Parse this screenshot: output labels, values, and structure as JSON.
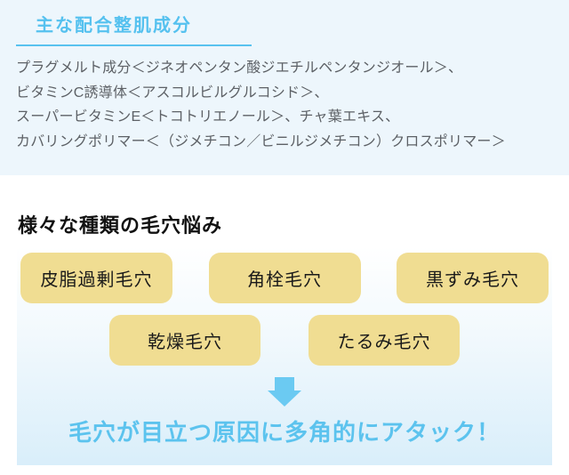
{
  "ingredients_section": {
    "heading": "主な配合整肌成分",
    "lines": [
      "プラグメルト成分＜ジネオペンタン酸ジエチルペンタンジオール＞、",
      "ビタミンC誘導体＜アスコルビルグルコシド＞、",
      "スーパービタミンE＜トコトリエノール＞、チャ葉エキス、",
      "カバリングポリマー＜（ジメチコン／ビニルジメチコン）クロスポリマー＞"
    ]
  },
  "pores_section": {
    "heading": "様々な種類の毛穴悩み",
    "pore_types_row1": [
      "皮脂過剰毛穴",
      "角栓毛穴",
      "黒ずみ毛穴"
    ],
    "pore_types_row2": [
      "乾燥毛穴",
      "たるみ毛穴"
    ],
    "arrow_icon": "down-arrow",
    "tagline": "毛穴が目立つ原因に多角的にアタック！"
  },
  "colors": {
    "accent_blue": "#55c1ef",
    "tagline_blue": "#5cc3ee",
    "arrow_blue": "#6bcaf2",
    "panel_bg": "#edf6fc",
    "pill_yellow": "#f0dd92",
    "gradient_bottom": "#d9eefa",
    "body_text": "#5d6166",
    "heading_text": "#111111"
  }
}
